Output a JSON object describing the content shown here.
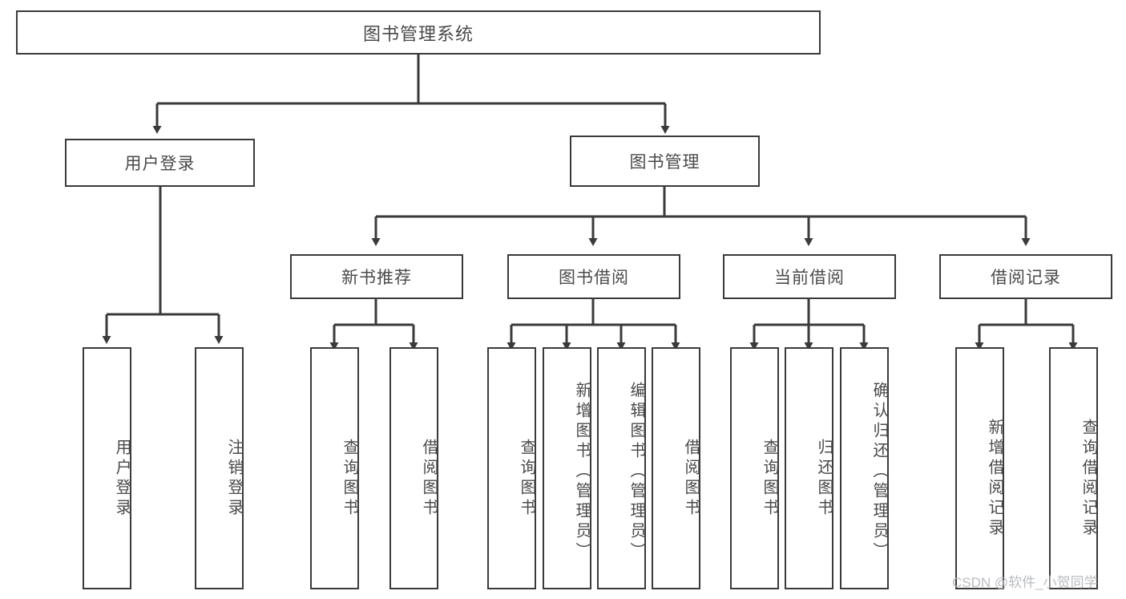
{
  "diagram": {
    "title": "图书管理系统",
    "watermark": "CSDN @软件_小贺同学",
    "colors": {
      "stroke": "#3a3a3a",
      "text": "#4a4a4a",
      "background": "#ffffff",
      "watermark": "#b9bcc0"
    },
    "root": {
      "label": "图书管理系统"
    },
    "level1": [
      {
        "label": "用户登录"
      },
      {
        "label": "图书管理"
      }
    ],
    "level2": [
      {
        "label": "新书推荐"
      },
      {
        "label": "图书借阅"
      },
      {
        "label": "当前借阅"
      },
      {
        "label": "借阅记录"
      }
    ],
    "leaves": {
      "user_login": [
        {
          "label": "用户登录"
        },
        {
          "label": "注销登录"
        }
      ],
      "new_book_recommend": [
        {
          "label": "查询图书"
        },
        {
          "label": "借阅图书"
        }
      ],
      "book_borrow": [
        {
          "label": "查询图书"
        },
        {
          "label": "新增图书（管理员）"
        },
        {
          "label": "编辑图书（管理员）"
        },
        {
          "label": "借阅图书"
        }
      ],
      "current_borrow": [
        {
          "label": "查询图书"
        },
        {
          "label": "归还图书"
        },
        {
          "label": "确认归还（管理员）"
        }
      ],
      "borrow_record": [
        {
          "label": "新增借阅记录"
        },
        {
          "label": "查询借阅记录"
        }
      ]
    }
  }
}
